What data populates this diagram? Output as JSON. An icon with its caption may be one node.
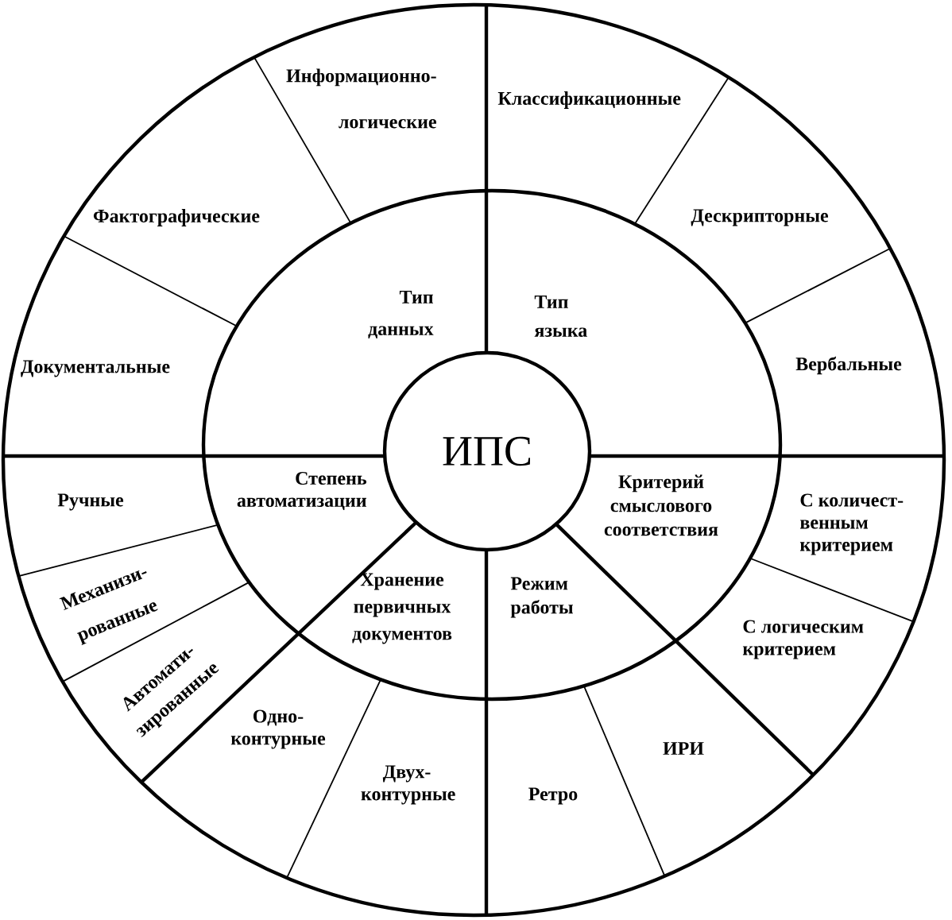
{
  "diagram": {
    "nodes": [
      {
        "text": [
          "ИПС"
        ]
      },
      {
        "text": [
          "Тип данных"
        ]
      },
      {
        "text": [
          "Тип языка"
        ]
      },
      {
        "text": [
          "Критерий смыслового соответствия"
        ]
      },
      {
        "text": [
          "Режим работы"
        ]
      },
      {
        "text": [
          "Хранение первичных документов"
        ]
      },
      {
        "text": [
          "Степень автоматизации"
        ]
      },
      {
        "text": [
          "Документальные"
        ]
      },
      {
        "text": [
          "Фактографические"
        ]
      },
      {
        "text": [
          "Информационно- логические"
        ]
      },
      {
        "text": [
          "Классификационные"
        ]
      },
      {
        "text": [
          "Дескрипторные"
        ]
      },
      {
        "text": [
          "Вербальные"
        ]
      },
      {
        "text": [
          "С количест- венным критерием"
        ]
      },
      {
        "text": [
          "С логическим критерием"
        ]
      },
      {
        "text": [
          "ИРИ"
        ]
      },
      {
        "text": [
          "Ретро"
        ]
      },
      {
        "text": [
          "Двух- контурные"
        ]
      },
      {
        "text": [
          "Одно- контурные"
        ]
      },
      {
        "text": [
          "Автомати- зированные"
        ]
      },
      {
        "text": [
          "Механизи- рованные"
        ]
      },
      {
        "text": [
          "Ручные"
        ]
      }
    ]
  }
}
